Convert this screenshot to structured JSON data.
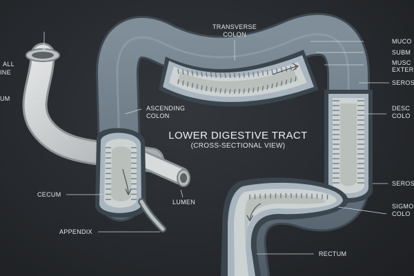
{
  "title": "LOWER DIGESTIVE TRACT",
  "subtitle": "(CROSS-SECTIONAL VIEW)",
  "labels": {
    "small_intestine_1": "ALL",
    "small_intestine_2": "INE",
    "ileum": "UM",
    "transverse_1": "TRANSVERSE",
    "transverse_2": "COLON",
    "ascending_1": "ASCENDING",
    "ascending_2": "COLON",
    "cecum": "CECUM",
    "lumen": "LUMEN",
    "appendix": "APPENDIX",
    "rectum": "RECTUM",
    "mucosa": "MUCO",
    "submucosa": "SUBM",
    "muscularis_1": "MUSC",
    "muscularis_2": "EXTER",
    "serosa_top": "SEROS",
    "descending_1": "DESC",
    "descending_2": "COLO",
    "serosa_mid": "SEROS",
    "sigmoid_1": "SIGMO",
    "sigmoid_2": "COLO"
  },
  "colors": {
    "background": "#26292d",
    "serosa": "#6e7d89",
    "muscle": "#55636f",
    "submucosa": "#a9b6c0",
    "mucosa": "#cdd3d3",
    "lumen": "#b9bfbb",
    "small_intestine": "#c9cdcf"
  }
}
